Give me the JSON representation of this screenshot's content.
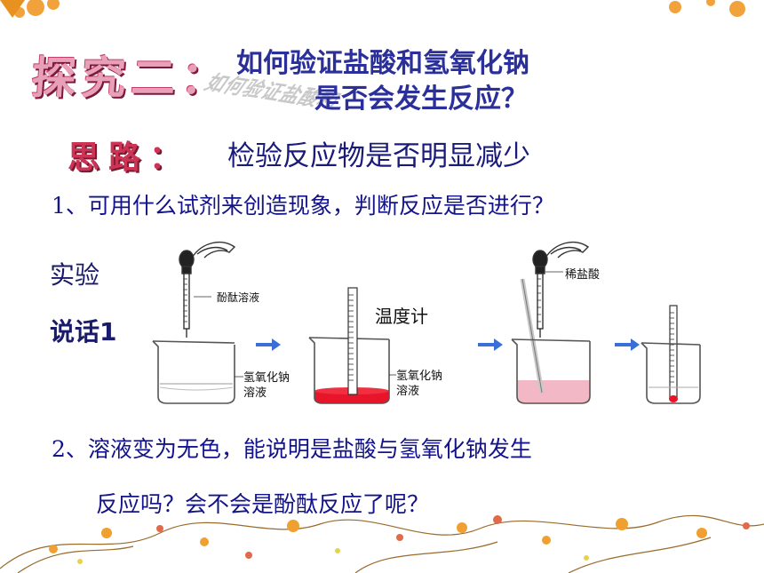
{
  "title": {
    "main": "探究二：",
    "shadow_text": "如何验证盐酸和",
    "question_line1": "如何验证盐酸和氢氧化钠",
    "question_line2": "是否会发生反应？"
  },
  "approach": {
    "label": "思路：",
    "text": "检验反应物是否明显减少"
  },
  "questions": {
    "q1": "1、可用什么试剂来创造现象，判断反应是否进行？",
    "q2_line1": "2、溶液变为无色，能说明是盐酸与氢氧化钠发生",
    "q2_line2": "反应吗？会不会是酚酞反应了呢？"
  },
  "side_label": {
    "line1": "实验",
    "line2": "说话1"
  },
  "diagram": {
    "label_phenolphthalein": "酚酞溶液",
    "label_naoh_1": "氢氧化钠",
    "label_solution_1": "溶液",
    "label_thermometer": "温度计",
    "label_naoh_2": "氢氧化钠",
    "label_solution_2": "溶液",
    "label_hcl": "稀盐酸"
  },
  "colors": {
    "arrow": "#3a6fd8",
    "red_solution": "#e8142a",
    "pink_solution": "#f2b8c6",
    "title_pink": "#e8a0b8",
    "question_blue": "#2b2f9a"
  }
}
